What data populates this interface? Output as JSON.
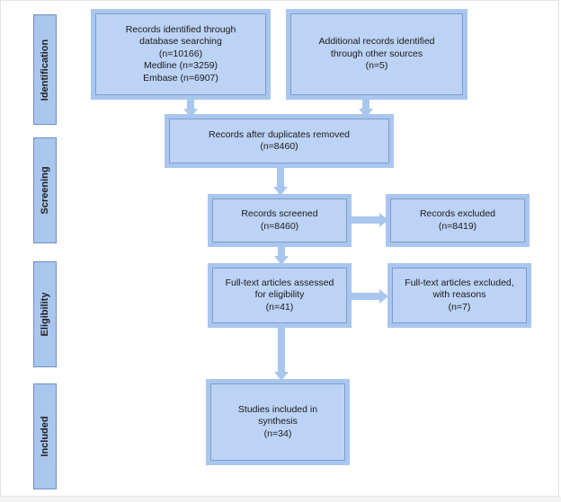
{
  "stages": [
    {
      "label": "Identification"
    },
    {
      "label": "Screening"
    },
    {
      "label": "Eligibility"
    },
    {
      "label": "Included"
    }
  ],
  "boxes": {
    "database": {
      "lines": [
        "Records identified through",
        "database searching",
        "(n=10166)",
        "Medline (n=3259)",
        "Embase (n=6907)"
      ]
    },
    "additional": {
      "lines": [
        "Additional records identified",
        "through other sources",
        "(n=5)"
      ]
    },
    "duplicates": {
      "lines": [
        "Records after duplicates removed",
        "(n=8460)"
      ]
    },
    "screened": {
      "lines": [
        "Records screened",
        "(n=8460)"
      ]
    },
    "excluded": {
      "lines": [
        "Records excluded",
        "(n=8419)"
      ]
    },
    "fulltext": {
      "lines": [
        "Full-text articles assessed",
        "for eligibility",
        "(n=41)"
      ]
    },
    "fulltext_excluded": {
      "lines": [
        "Full-text articles excluded,",
        "with reasons",
        "(n=7)"
      ]
    },
    "included": {
      "lines": [
        "Studies included in",
        "synthesis",
        "(n=34)"
      ]
    }
  },
  "colors": {
    "box_fill": "#bcd3f5",
    "box_border": "#a9c6ee",
    "outline": "#7f9ccd",
    "stage_fill": "#a9c6ee",
    "arrow": "#a9c6ee"
  }
}
